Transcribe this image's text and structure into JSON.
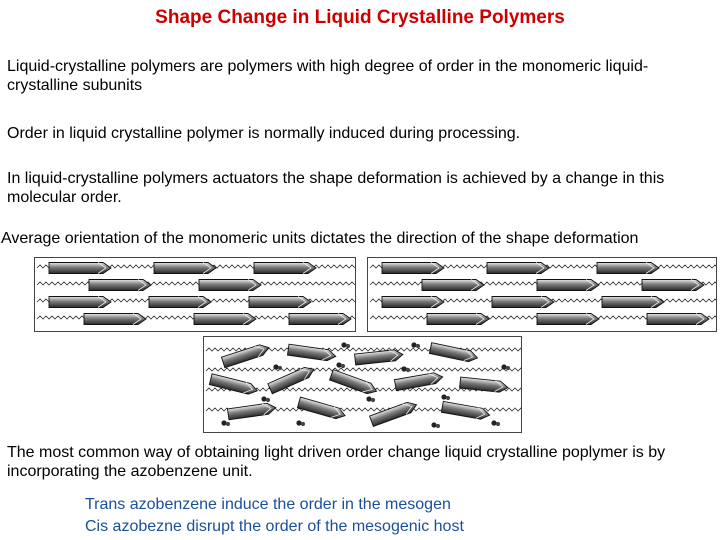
{
  "slide": {
    "title": "Shape Change in Liquid Crystalline Polymers",
    "paragraphs": [
      "Liquid-crystalline polymers are polymers with high degree of order in the monomeric liquid-crystalline subunits",
      "Order in liquid crystalline polymer is normally induced during processing.",
      "In liquid-crystalline polymers actuators the shape deformation is achieved by a change in this molecular order.",
      "Average orientation of the monomeric units dictates the direction of the shape deformation",
      "The most common way of obtaining light driven order change liquid crystalline poplymer is by incorporating  the azobenzene unit."
    ],
    "bullets": [
      "Trans azobenzene induce the order in the mesogen",
      "Cis azobezne disrupt the order of the mesogenic host"
    ],
    "colors": {
      "title": "#cc0000",
      "bullets": "#1a4f9a"
    }
  }
}
